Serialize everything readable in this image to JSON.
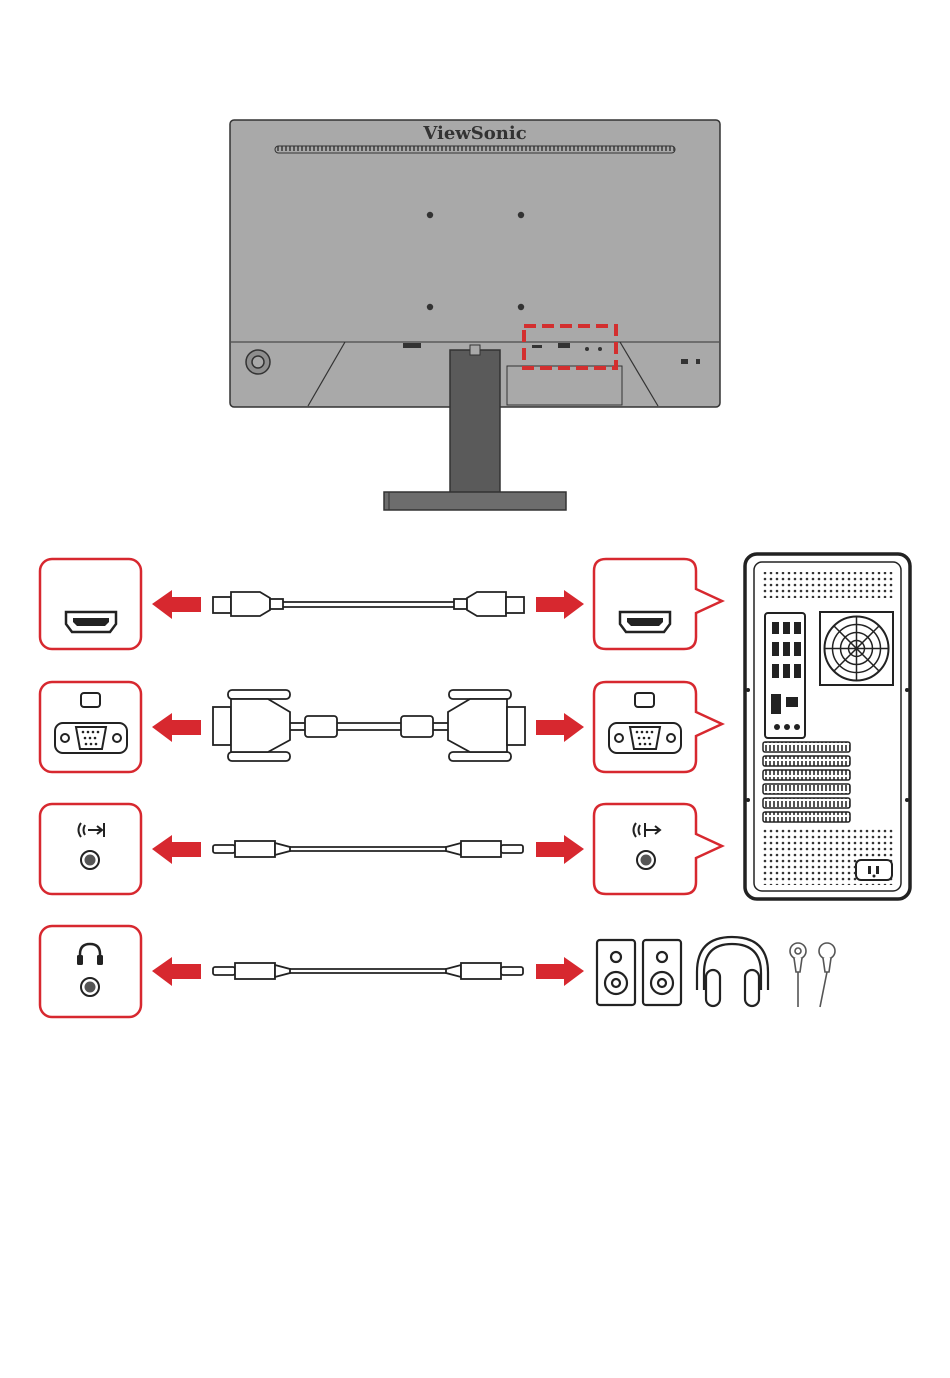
{
  "monitor": {
    "brand": "ViewSonic",
    "highlight_color": "#d32f2f"
  },
  "rows": [
    {
      "id": "hdmi",
      "port": "hdmi",
      "cable": "hdmi-cable"
    },
    {
      "id": "vga",
      "port": "vga",
      "cable": "vga-cable"
    },
    {
      "id": "audio-in",
      "port": "audio-in",
      "cable": "audio-cable"
    },
    {
      "id": "headphone",
      "port": "headphone-out",
      "cable": "audio-cable",
      "devices": [
        "speakers",
        "headphones",
        "earphones"
      ]
    }
  ],
  "colors": {
    "accent": "#d7282f",
    "monitor_body": "#a9a9a9",
    "monitor_dark": "#6d6d6d",
    "stand": "#5a5a5a",
    "line": "#2b2b2b"
  },
  "icons": [
    "hdmi-port-icon",
    "vga-port-icon",
    "audio-in-icon",
    "headphone-icon",
    "speaker-icon",
    "headphones-icon",
    "earphones-icon",
    "pc-tower-icon",
    "arrow-left-icon",
    "arrow-right-icon"
  ]
}
